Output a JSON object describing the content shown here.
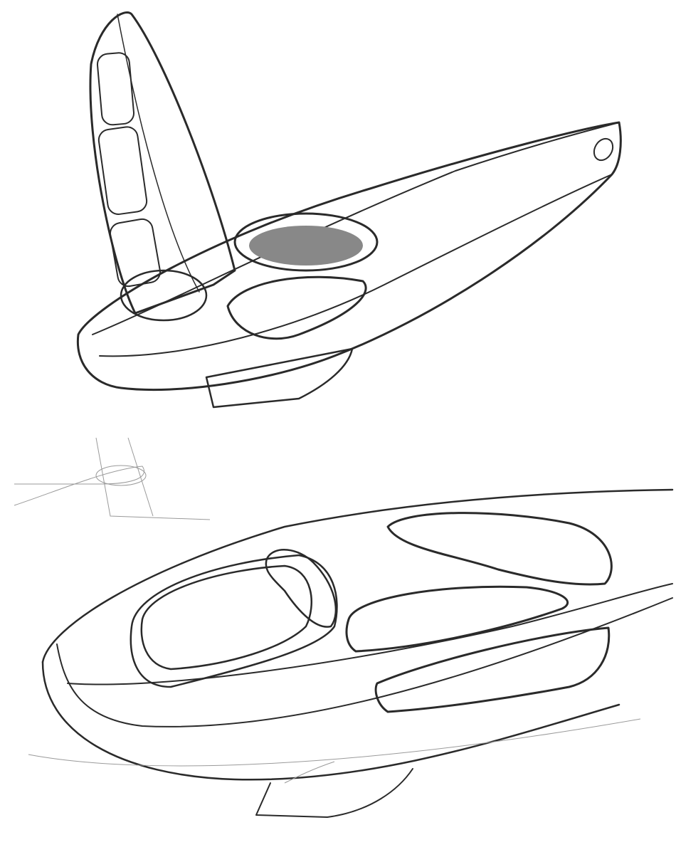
{
  "artwork": {
    "kind": "pencil-sketch",
    "subjects": [
      "green-concept-boat-with-fin",
      "concept-boat-line-sketch"
    ],
    "colors": {
      "paper": "#ffffff",
      "pencil": "#2a2a2a",
      "green_light": "#dfe8c4",
      "green_mid": "#a7bd6a",
      "green_dark": "#6d8a2e",
      "shade_gray": "#7a7a7a"
    }
  }
}
